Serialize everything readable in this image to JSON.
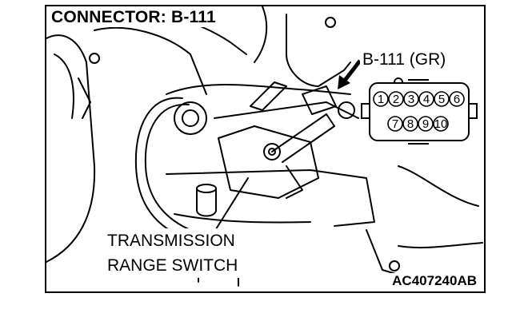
{
  "title": "CONNECTOR: B-111",
  "connector_label": "B-111 (GR)",
  "component_label": [
    "TRANSMISSION",
    "RANGE SWITCH"
  ],
  "figure_code": "AC407240AB",
  "connector_pins": {
    "row1": [
      "1",
      "2",
      "3",
      "4",
      "5",
      "6"
    ],
    "row2": [
      "7",
      "8",
      "9",
      "10"
    ]
  }
}
